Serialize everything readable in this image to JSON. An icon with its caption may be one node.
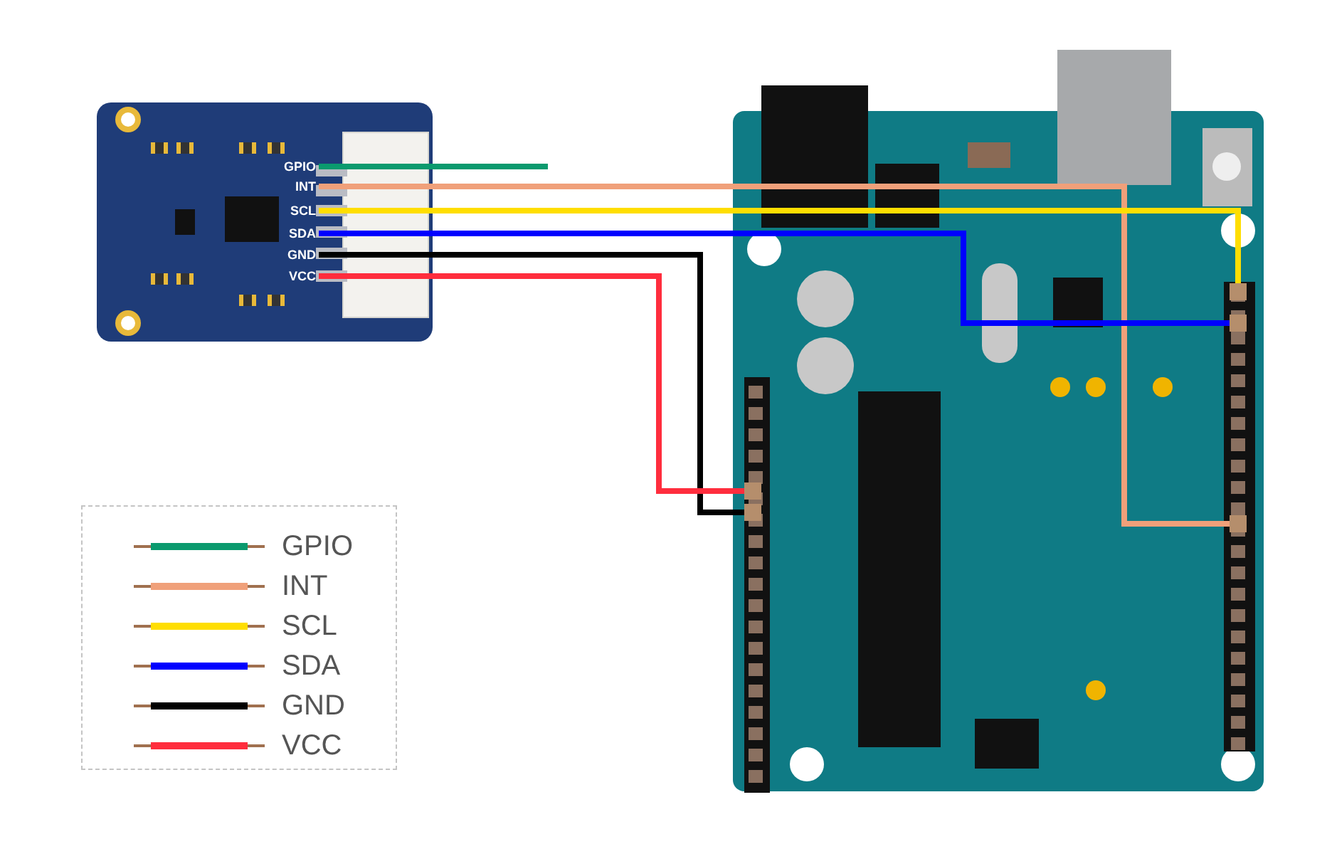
{
  "diagram": {
    "nodes": [
      {
        "text": [],
        "shape": "picture"
      },
      {
        "text": [
          "GPIO"
        ],
        "in": 0
      },
      {
        "text": [
          "INT"
        ],
        "in": 0
      },
      {
        "text": [
          "SCL"
        ],
        "in": 0
      },
      {
        "text": [
          "SDA"
        ],
        "in": 0
      },
      {
        "text": [
          "GND"
        ],
        "in": 0
      },
      {
        "text": [
          "VCC"
        ],
        "in": 0
      },
      {
        "text": [],
        "shape": "picture"
      },
      {
        "text": [],
        "shape": "box",
        "in": 7
      },
      {
        "text": [],
        "shape": "box",
        "in": 7
      },
      {
        "text": [],
        "shape": "box",
        "in": 7
      },
      {
        "text": [],
        "shape": "box",
        "in": 7
      },
      {
        "text": [],
        "shape": "box",
        "in": 7
      }
    ],
    "edges": [
      {
        "from": 1,
        "to": null,
        "arrow": "none",
        "color": "#0a9a6e"
      },
      {
        "from": 2,
        "to": 12,
        "arrow": "none",
        "color": "#f0a07a"
      },
      {
        "from": 3,
        "to": 8,
        "arrow": "none",
        "color": "#ffde00"
      },
      {
        "from": 4,
        "to": 9,
        "arrow": "none",
        "color": "#0000ff"
      },
      {
        "from": 5,
        "to": 11,
        "arrow": "none",
        "color": "#000000"
      },
      {
        "from": 6,
        "to": 10,
        "arrow": "none",
        "color": "#ff2d3d"
      }
    ],
    "legend": [
      {
        "text": "GPIO",
        "color": "#0a9a6e"
      },
      {
        "text": "INT",
        "color": "#f0a07a"
      },
      {
        "text": "SCL",
        "color": "#ffde00"
      },
      {
        "text": "SDA",
        "color": "#0000ff"
      },
      {
        "text": "GND",
        "color": "#000000"
      },
      {
        "text": "VCC",
        "color": "#ff2d3d"
      }
    ]
  }
}
